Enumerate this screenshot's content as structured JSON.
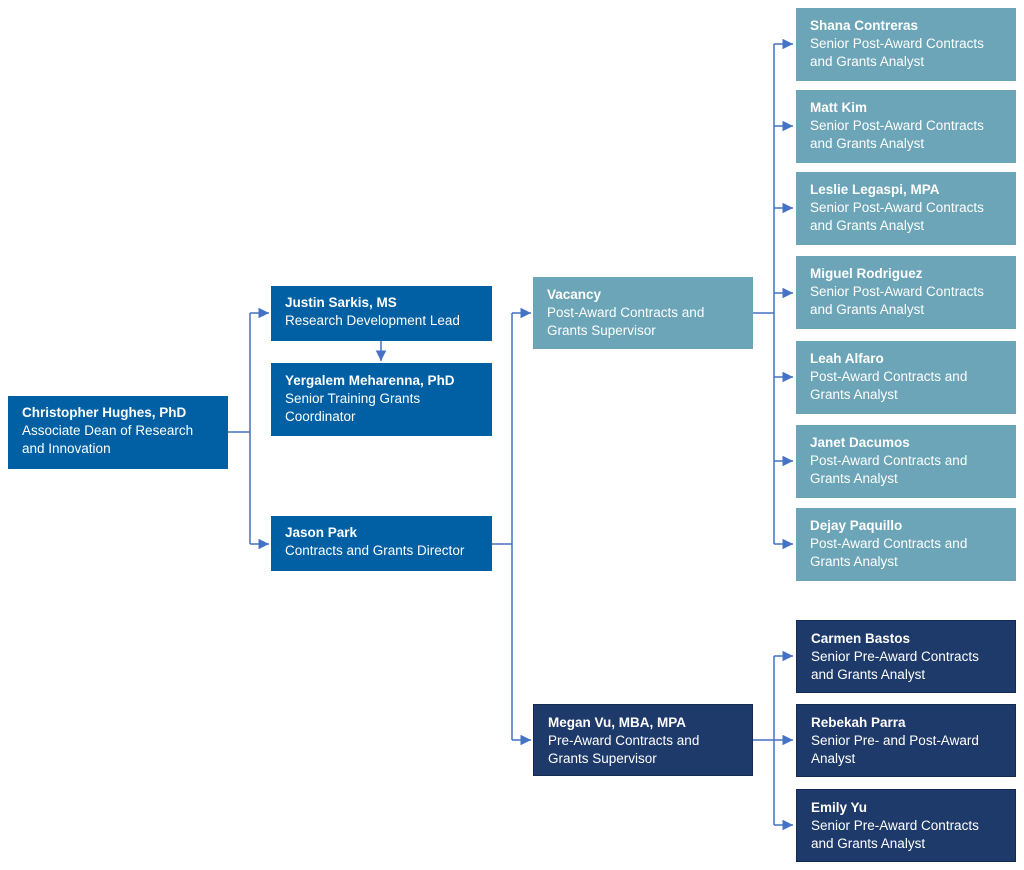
{
  "colors": {
    "leadership_box": "#0060a3",
    "post_award_box": "#6ba5b7",
    "pre_award_box": "#1e3a6b",
    "connector": "#4472c4",
    "text": "#ffffff"
  },
  "org_chart": {
    "root": {
      "name": "Christopher Hughes, PhD",
      "title": "Associate Dean of Research and Innovation"
    },
    "research_lead": {
      "name": "Justin Sarkis, MS",
      "title": "Research Development Lead"
    },
    "training_coordinator": {
      "name": "Yergalem Meharenna, PhD",
      "title": "Senior Training Grants Coordinator"
    },
    "director": {
      "name": "Jason Park",
      "title": "Contracts and Grants Director"
    },
    "post_award_supervisor": {
      "name": "Vacancy",
      "title": "Post-Award Contracts and Grants Supervisor"
    },
    "pre_award_supervisor": {
      "name": "Megan Vu, MBA, MPA",
      "title": "Pre-Award Contracts and Grants Supervisor"
    },
    "post_award_team": [
      {
        "name": "Shana Contreras",
        "title": "Senior Post-Award Contracts and Grants Analyst"
      },
      {
        "name": "Matt Kim",
        "title": "Senior Post-Award Contracts and Grants Analyst"
      },
      {
        "name": "Leslie Legaspi, MPA",
        "title": "Senior Post-Award Contracts and Grants Analyst"
      },
      {
        "name": "Miguel Rodriguez",
        "title": "Senior Post-Award Contracts and Grants Analyst"
      },
      {
        "name": "Leah Alfaro",
        "title": "Post-Award Contracts and Grants Analyst"
      },
      {
        "name": "Janet Dacumos",
        "title": "Post-Award Contracts and Grants Analyst"
      },
      {
        "name": "Dejay Paquillo",
        "title": "Post-Award Contracts and Grants Analyst"
      }
    ],
    "pre_award_team": [
      {
        "name": "Carmen Bastos",
        "title": "Senior Pre-Award Contracts and Grants Analyst"
      },
      {
        "name": "Rebekah Parra",
        "title": "Senior Pre- and Post-Award Analyst"
      },
      {
        "name": "Emily Yu",
        "title": "Senior Pre-Award Contracts and Grants Analyst"
      }
    ]
  }
}
